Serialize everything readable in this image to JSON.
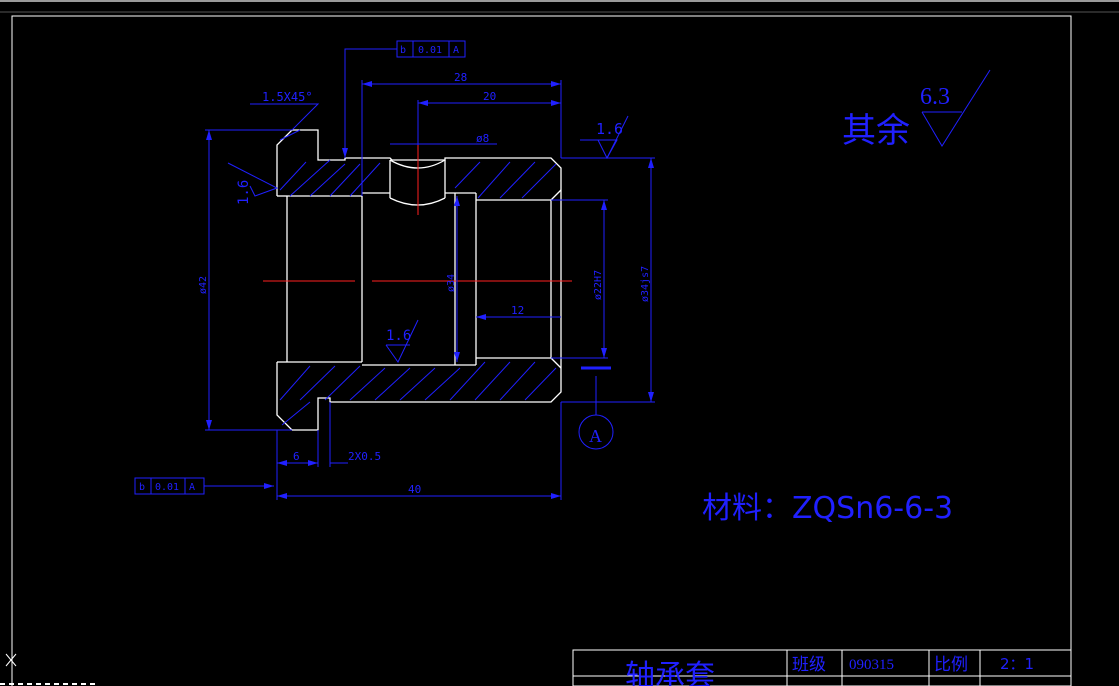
{
  "drawing": {
    "title_block": {
      "part_name": "轴承套",
      "class_label": "班级",
      "class_value": "090315",
      "scale_label": "比例",
      "scale_value": "2：1"
    },
    "material_note": "材料：ZQSn6-6-3",
    "surface_finish": {
      "other_label": "其余",
      "other_value": "6.3"
    },
    "roughness_marks": [
      "1.6",
      "1.6",
      "1.6"
    ],
    "tolerance_frames": [
      {
        "symbol": "b",
        "value": "0.01",
        "datum": "A"
      },
      {
        "symbol": "b",
        "value": "0.01",
        "datum": "A"
      }
    ],
    "datum_label": "A",
    "dimensions": {
      "total_length": "40",
      "top_length_28": "28",
      "top_length_20": "20",
      "hole_dia": "ø8",
      "outer_dia": "ø42",
      "inner_dia": "ø34",
      "bore_dia": "ø22H7",
      "shaft_dia": "ø34js7",
      "inner_length": "12",
      "left_width": "6",
      "groove": "2X0.5",
      "chamfer": "1.5X45°"
    },
    "colors": {
      "background": "#000000",
      "part_outline": "#ffffff",
      "dimension": "#2020ff",
      "centerline": "#ff2020",
      "frame": "#ffffff"
    }
  }
}
